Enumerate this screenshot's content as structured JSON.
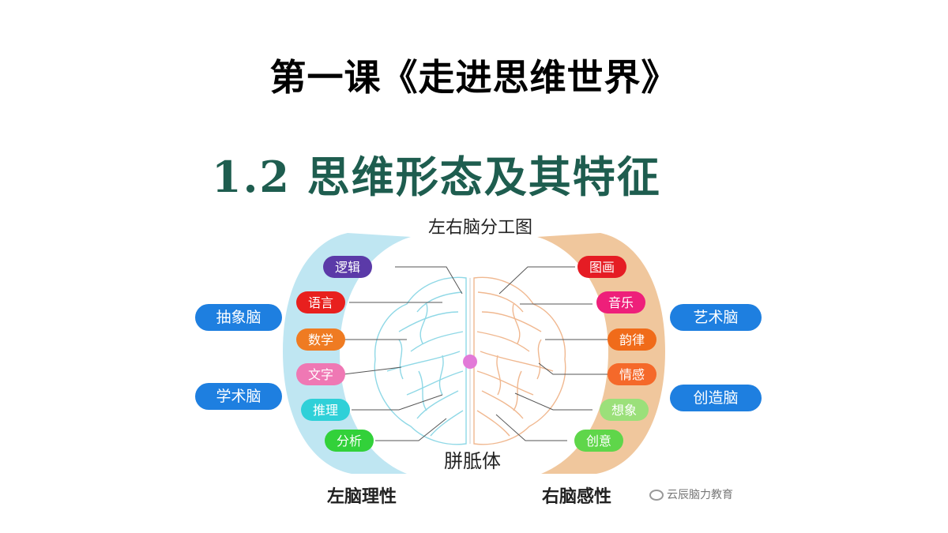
{
  "title": "第一课《走进思维世界》",
  "subtitle": "1.2 思维形态及其特征",
  "diagram": {
    "heading": "左右脑分工图",
    "corpus_label": "胼胝体",
    "left_caption": "左脑理性",
    "right_caption": "右脑感性",
    "left_side_labels": [
      "抽象脑",
      "学术脑"
    ],
    "right_side_labels": [
      "艺术脑",
      "创造脑"
    ],
    "left_pills": [
      {
        "label": "逻辑",
        "color": "#5b3aa8"
      },
      {
        "label": "语言",
        "color": "#e8201e"
      },
      {
        "label": "数学",
        "color": "#ef7b22"
      },
      {
        "label": "文字",
        "color": "#ef78b4"
      },
      {
        "label": "推理",
        "color": "#2fd0d8"
      },
      {
        "label": "分析",
        "color": "#32d13a"
      }
    ],
    "right_pills": [
      {
        "label": "图画",
        "color": "#e51c24"
      },
      {
        "label": "音乐",
        "color": "#ee1f7a"
      },
      {
        "label": "韵律",
        "color": "#f06b1a"
      },
      {
        "label": "情感",
        "color": "#f5692a"
      },
      {
        "label": "想象",
        "color": "#9be07a"
      },
      {
        "label": "创意",
        "color": "#5fd64a"
      }
    ],
    "side_label_color": "#1e7fe0",
    "left_panel_color": "#bfe6f2",
    "right_panel_color": "#f0c79d"
  },
  "watermark": "云辰脑力教育"
}
